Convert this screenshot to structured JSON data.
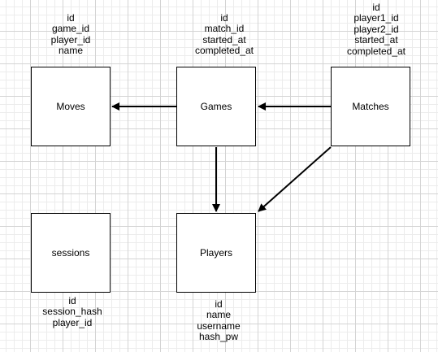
{
  "entities": {
    "moves": {
      "label": "Moves",
      "fields": [
        "id",
        "game_id",
        "player_id",
        "name"
      ]
    },
    "games": {
      "label": "Games",
      "fields": [
        "id",
        "match_id",
        "started_at",
        "completed_at"
      ]
    },
    "matches": {
      "label": "Matches",
      "fields": [
        "id",
        "player1_id",
        "player2_id",
        "started_at",
        "completed_at"
      ]
    },
    "sessions": {
      "label": "sessions",
      "fields": [
        "id",
        "session_hash",
        "player_id"
      ]
    },
    "players": {
      "label": "Players",
      "fields": [
        "id",
        "name",
        "username",
        "hash_pw"
      ]
    }
  },
  "relationships": [
    {
      "from": "games",
      "to": "moves"
    },
    {
      "from": "matches",
      "to": "games"
    },
    {
      "from": "games",
      "to": "players"
    },
    {
      "from": "matches",
      "to": "players"
    }
  ]
}
